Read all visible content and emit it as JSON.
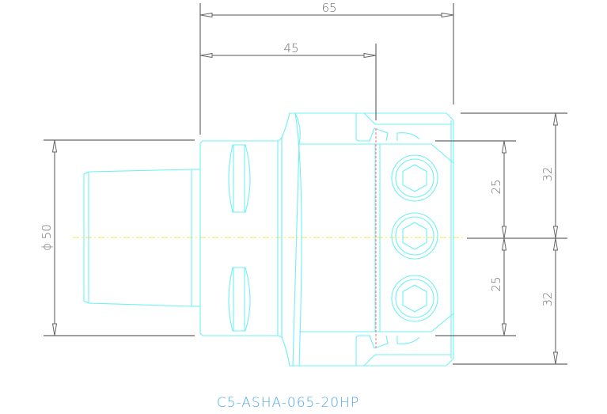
{
  "drawing": {
    "part_number": "C5-ASHA-065-20HP",
    "colors": {
      "background": "#ffffff",
      "outline": "#6ff0f5",
      "dimension": "#555555",
      "centerline": "#f2e84a",
      "section_line": "#f08a8a",
      "title": "#4fa8e8"
    },
    "dimensions": {
      "overall_length": {
        "label": "65",
        "value": 65,
        "orientation": "horizontal"
      },
      "clamp_length": {
        "label": "45",
        "value": 45,
        "orientation": "horizontal"
      },
      "shank_diameter": {
        "label": "ϕ 50",
        "value": 50,
        "orientation": "vertical"
      },
      "upper_offset_inner": {
        "label": "25",
        "value": 25,
        "orientation": "vertical"
      },
      "lower_offset_inner": {
        "label": "25",
        "value": 25,
        "orientation": "vertical"
      },
      "upper_offset_outer": {
        "label": "32",
        "value": 32,
        "orientation": "vertical"
      },
      "lower_offset_outer": {
        "label": "32",
        "value": 32,
        "orientation": "vertical"
      }
    },
    "features": {
      "screws": 3,
      "drive_slots": 2
    }
  }
}
